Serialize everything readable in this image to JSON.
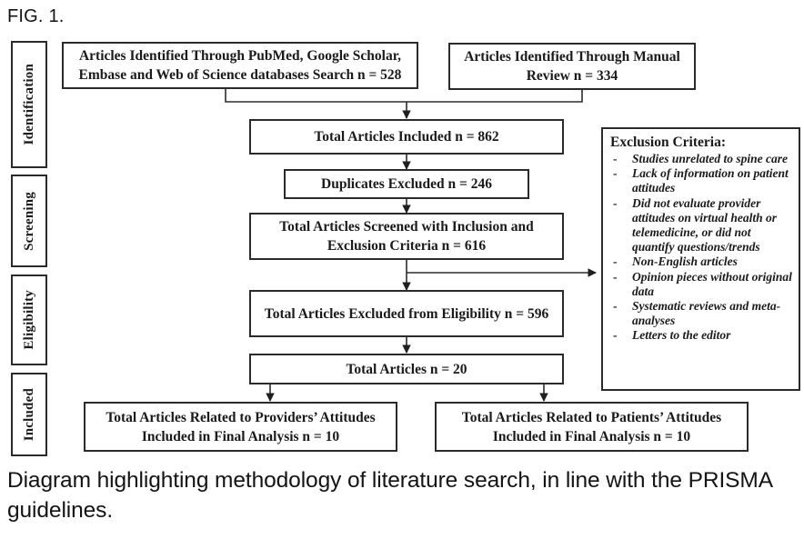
{
  "figure": {
    "label": "FIG. 1.",
    "caption": "Diagram highlighting methodology of literature search, in line with the PRISMA guidelines."
  },
  "stages": [
    {
      "name": "identification",
      "label": "Identification"
    },
    {
      "name": "screening",
      "label": "Screening"
    },
    {
      "name": "eligibility",
      "label": "Eligibility"
    },
    {
      "name": "included",
      "label": "Included"
    }
  ],
  "boxes": {
    "identified_databases": "Articles Identified Through PubMed, Google Scholar, Embase and Web of Science databases Search n = 528",
    "identified_manual": "Articles Identified Through Manual Review n = 334",
    "total_included": "Total Articles Included n = 862",
    "duplicates_excluded": "Duplicates Excluded n = 246",
    "total_screened": "Total Articles Screened with Inclusion and Exclusion Criteria  n = 616",
    "total_excluded_eligibility": "Total Articles Excluded from Eligibility n = 596",
    "total_articles": "Total Articles n = 20",
    "providers_attitudes": "Total Articles Related to Providers’ Attitudes Included in Final Analysis n = 10",
    "patients_attitudes": "Total Articles Related to Patients’ Attitudes Included in Final Analysis n = 10"
  },
  "exclusion": {
    "title": "Exclusion Criteria:",
    "bullet": "-",
    "items": [
      "Studies unrelated to spine care",
      "Lack of information on patient attitudes",
      "Did not evaluate provider attitudes on virtual health or telemedicine, or did not quantify questions/trends",
      "Non-English articles",
      "Opinion pieces without original data",
      "Systematic reviews and meta-analyses",
      "Letters to the editor"
    ]
  },
  "colors": {
    "stroke": "#2b2b2b",
    "background": "#ffffff",
    "text": "#1a1a1a"
  }
}
